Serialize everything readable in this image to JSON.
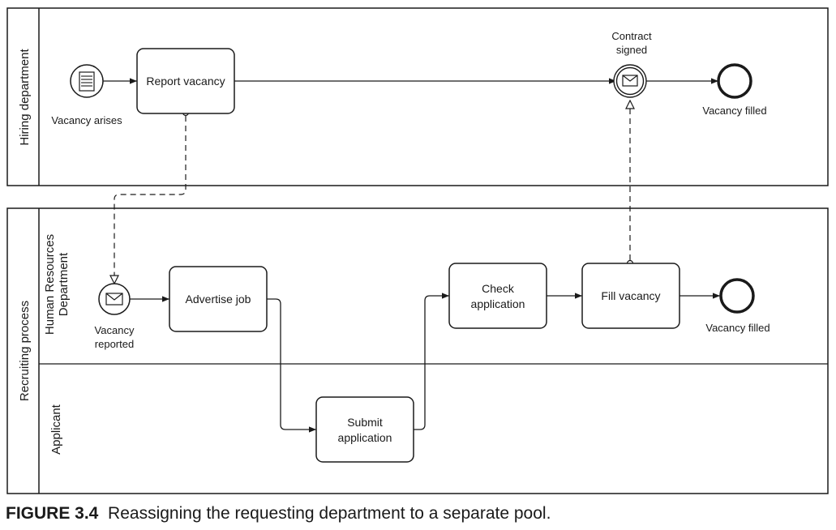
{
  "pools": {
    "hiring": {
      "label": "Hiring department"
    },
    "recruiting": {
      "label": "Recruiting process"
    }
  },
  "lanes": {
    "hr": {
      "label_line1": "Human Resources",
      "label_line2": "Department"
    },
    "applicant": {
      "label": "Applicant"
    }
  },
  "events": {
    "vacancy_arises": "Vacancy arises",
    "contract_signed_line1": "Contract",
    "contract_signed_line2": "signed",
    "vacancy_filled_hiring": "Vacancy filled",
    "vacancy_reported_line1": "Vacancy",
    "vacancy_reported_line2": "reported",
    "vacancy_filled_recruiting": "Vacancy filled"
  },
  "tasks": {
    "report_vacancy": "Report vacancy",
    "advertise_job": "Advertise job",
    "check_application_line1": "Check",
    "check_application_line2": "application",
    "fill_vacancy": "Fill vacancy",
    "submit_application_line1": "Submit",
    "submit_application_line2": "application"
  },
  "caption": {
    "figure_number": "FIGURE 3.4",
    "text": "Reassigning the requesting department to a separate pool."
  },
  "colors": {
    "stroke": "#1a1a1a",
    "background": "#ffffff"
  }
}
